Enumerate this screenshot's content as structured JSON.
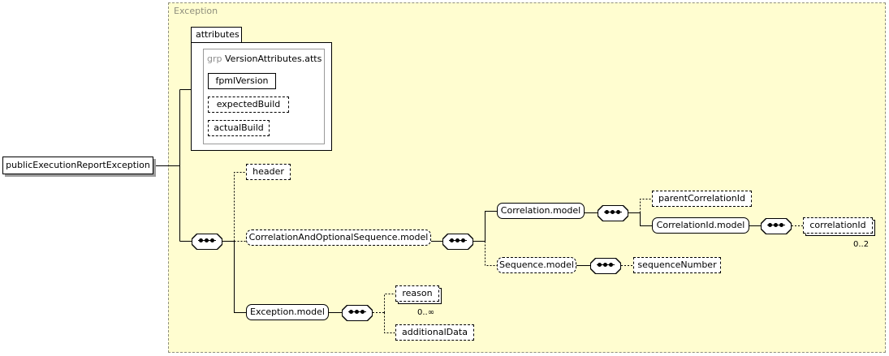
{
  "frame": {
    "title": "Exception"
  },
  "attributes": {
    "tab_label": "attributes",
    "group": {
      "keyword": "grp",
      "name": "VersionAttributes.atts"
    },
    "items": [
      {
        "label": "fpmlVersion",
        "optional": false
      },
      {
        "label": "expectedBuild",
        "optional": true
      },
      {
        "label": "actualBuild",
        "optional": true
      }
    ]
  },
  "root": {
    "label": "publicExecutionReportException"
  },
  "nodes": {
    "header": "header",
    "correlation_and_optional_sequence": "CorrelationAndOptionalSequence.model",
    "exception_model": "Exception.model",
    "correlation_model": "Correlation.model",
    "sequence_model": "Sequence.model",
    "parent_correlation_id": "parentCorrelationId",
    "correlation_id_model": "CorrelationId.model",
    "correlation_id": "correlationId",
    "sequence_number": "sequenceNumber",
    "reason": "reason",
    "additional_data": "additionalData"
  },
  "cardinalities": {
    "correlation_id": "0..2",
    "reason": "0..∞"
  }
}
